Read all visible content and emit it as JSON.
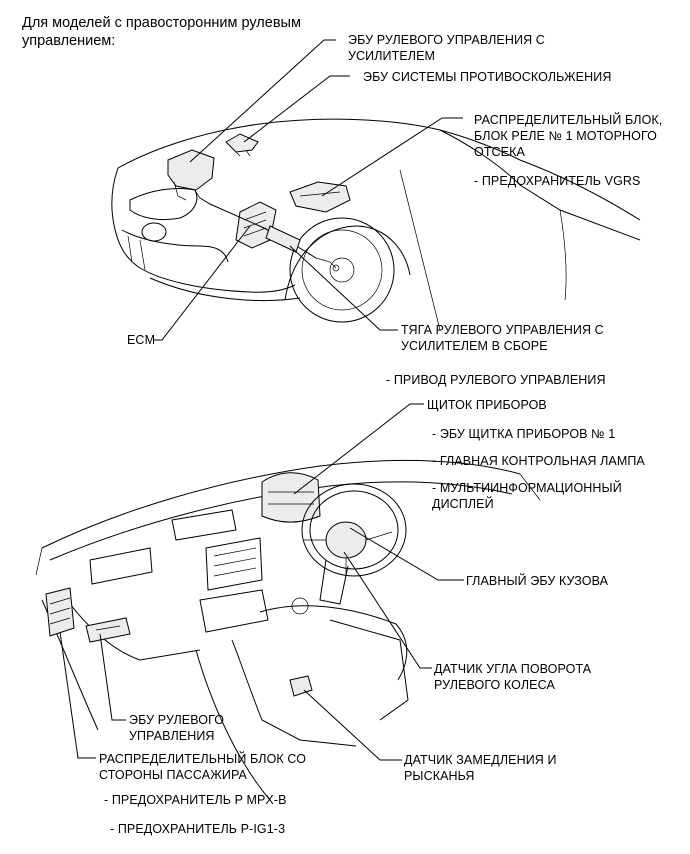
{
  "title": "Для моделей с правосторонним рулевым\nуправлением:",
  "labels": {
    "eps_ecu": "ЭБУ РУЛЕВОГО УПРАВЛЕНИЯ С\nУСИЛИТЕЛЕМ",
    "skid_ecu": "ЭБУ СИСТЕМЫ ПРОТИВОСКОЛЬЖЕНИЯ",
    "engine_relay_block": "РАСПРЕДЕЛИТЕЛЬНЫЙ БЛОК,\nБЛОК РЕЛЕ № 1 МОТОРНОГО\nОТСЕКА",
    "fuse_vgrs": "- ПРЕДОХРАНИТЕЛЬ VGRS",
    "ecm": "ECM",
    "steering_link": "ТЯГА РУЛЕВОГО УПРАВЛЕНИЯ С\nУСИЛИТЕЛЕМ В СБОРЕ",
    "steering_actuator": "- ПРИВОД РУЛЕВОГО УПРАВЛЕНИЯ",
    "combination_meter": "ЩИТОК ПРИБОРОВ",
    "meter_ecu": "- ЭБУ ЩИТКА ПРИБОРОВ № 1",
    "master_warning": "- ГЛАВНАЯ КОНТРОЛЬНАЯ ЛАМПА",
    "multi_display": "- МУЛЬТИИНФОРМАЦИОННЫЙ\nДИСПЛЕЙ",
    "main_body_ecu": "ГЛАВНЫЙ ЭБУ КУЗОВА",
    "steering_angle_sensor": "ДАТЧИК УГЛА ПОВОРОТА\nРУЛЕВОГО КОЛЕСА",
    "steering_ecu": "ЭБУ РУЛЕВОГО\nУПРАВЛЕНИЯ",
    "passenger_junction_block": "РАСПРЕДЕЛИТЕЛЬНЫЙ БЛОК СО\nСТОРОНЫ ПАССАЖИРА",
    "fuse_mpx": "- ПРЕДОХРАНИТЕЛЬ P MPX-B",
    "fuse_ig1": "- ПРЕДОХРАНИТЕЛЬ P-IG1-3",
    "yaw_sensor": "ДАТЧИК ЗАМЕДЛЕНИЯ И\nРЫСКАНЬЯ"
  }
}
